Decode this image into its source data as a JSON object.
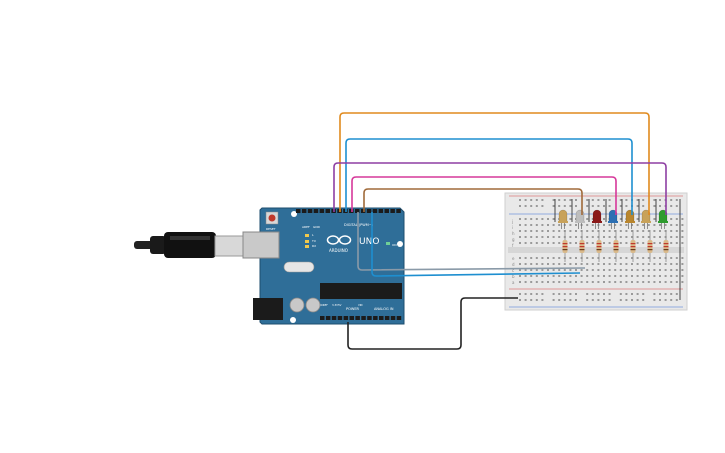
{
  "board": {
    "brand": "ARDUINO",
    "model": "UNO",
    "header_digital": "DIGITAL (PWM~)",
    "header_power": "POWER",
    "header_analog": "ANALOG IN",
    "reset_label": "RESET",
    "aref_label": "AREF",
    "gnd_label": "GND",
    "tx_label": "TX",
    "rx_label": "RX",
    "l_label": "L",
    "on_label": "ON",
    "ioref_label": "IOREF",
    "v5_label": "5V",
    "v33_label": "3.3V",
    "vin_label": "VIN"
  },
  "breadboard": {
    "row_letters_top": [
      "j",
      "i",
      "h",
      "g",
      "f"
    ],
    "row_letters_bottom": [
      "e",
      "d",
      "c",
      "b",
      "a"
    ]
  },
  "leds": [
    {
      "color_name": "yellow",
      "color": "#c8a25a"
    },
    {
      "color_name": "white",
      "color": "#bdbdbd"
    },
    {
      "color_name": "red",
      "color": "#8b1a1a"
    },
    {
      "color_name": "blue",
      "color": "#2c6fb3"
    },
    {
      "color_name": "orange",
      "color": "#b9862e"
    },
    {
      "color_name": "yellow",
      "color": "#c8a25a"
    },
    {
      "color_name": "green",
      "color": "#2e9b2e"
    }
  ],
  "wire_colors": {
    "orange": "#e08a1e",
    "blue": "#1e8fd0",
    "purple": "#8e3fa3",
    "magenta": "#d6389a",
    "brown": "#a06a3a",
    "gray": "#8a9aa8",
    "black": "#222222"
  }
}
